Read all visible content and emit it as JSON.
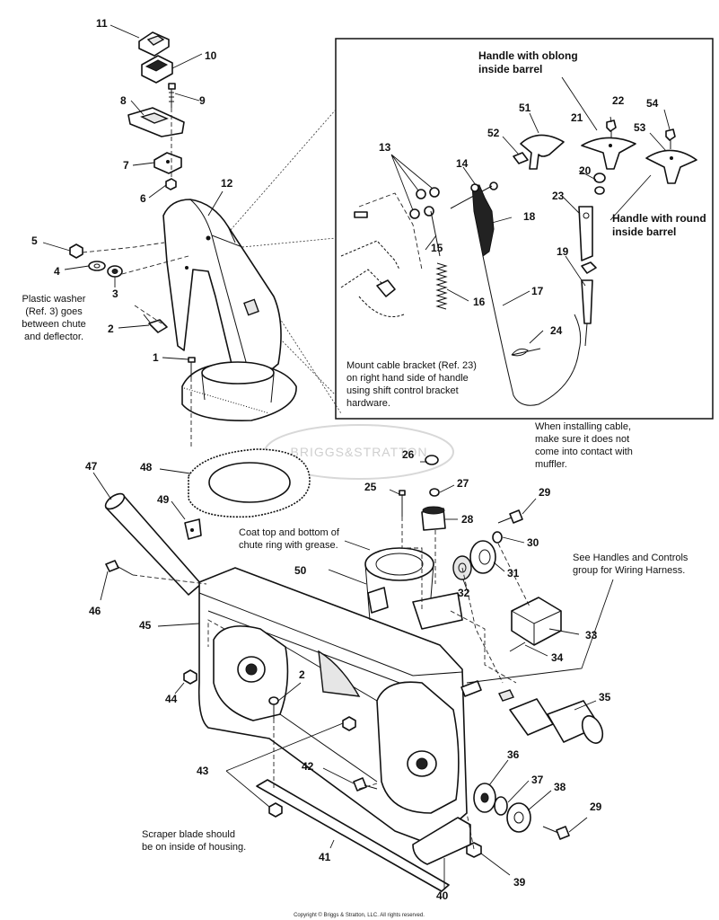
{
  "diagram": {
    "callouts": [
      {
        "id": "c11",
        "label": "11"
      },
      {
        "id": "c10",
        "label": "10"
      },
      {
        "id": "c9",
        "label": "9"
      },
      {
        "id": "c8",
        "label": "8"
      },
      {
        "id": "c7",
        "label": "7"
      },
      {
        "id": "c6",
        "label": "6"
      },
      {
        "id": "c12",
        "label": "12"
      },
      {
        "id": "c5",
        "label": "5"
      },
      {
        "id": "c4",
        "label": "4"
      },
      {
        "id": "c3",
        "label": "3"
      },
      {
        "id": "c2a",
        "label": "2"
      },
      {
        "id": "c1",
        "label": "1"
      },
      {
        "id": "c13",
        "label": "13"
      },
      {
        "id": "c14",
        "label": "14"
      },
      {
        "id": "c15",
        "label": "15"
      },
      {
        "id": "c16",
        "label": "16"
      },
      {
        "id": "c17",
        "label": "17"
      },
      {
        "id": "c18",
        "label": "18"
      },
      {
        "id": "c19",
        "label": "19"
      },
      {
        "id": "c20",
        "label": "20"
      },
      {
        "id": "c21",
        "label": "21"
      },
      {
        "id": "c22",
        "label": "22"
      },
      {
        "id": "c23",
        "label": "23"
      },
      {
        "id": "c24",
        "label": "24"
      },
      {
        "id": "c51",
        "label": "51"
      },
      {
        "id": "c52",
        "label": "52"
      },
      {
        "id": "c53",
        "label": "53"
      },
      {
        "id": "c54",
        "label": "54"
      },
      {
        "id": "c26",
        "label": "26"
      },
      {
        "id": "c27",
        "label": "27"
      },
      {
        "id": "c25",
        "label": "25"
      },
      {
        "id": "c28",
        "label": "28"
      },
      {
        "id": "c29a",
        "label": "29"
      },
      {
        "id": "c30",
        "label": "30"
      },
      {
        "id": "c31",
        "label": "31"
      },
      {
        "id": "c32",
        "label": "32"
      },
      {
        "id": "c33",
        "label": "33"
      },
      {
        "id": "c34",
        "label": "34"
      },
      {
        "id": "c35",
        "label": "35"
      },
      {
        "id": "c36",
        "label": "36"
      },
      {
        "id": "c37",
        "label": "37"
      },
      {
        "id": "c38",
        "label": "38"
      },
      {
        "id": "c29b",
        "label": "29"
      },
      {
        "id": "c39",
        "label": "39"
      },
      {
        "id": "c40",
        "label": "40"
      },
      {
        "id": "c41",
        "label": "41"
      },
      {
        "id": "c42",
        "label": "42"
      },
      {
        "id": "c43",
        "label": "43"
      },
      {
        "id": "c44",
        "label": "44"
      },
      {
        "id": "c45",
        "label": "45"
      },
      {
        "id": "c46",
        "label": "46"
      },
      {
        "id": "c47",
        "label": "47"
      },
      {
        "id": "c48",
        "label": "48"
      },
      {
        "id": "c49",
        "label": "49"
      },
      {
        "id": "c50",
        "label": "50"
      },
      {
        "id": "c2b",
        "label": "2"
      }
    ],
    "notes": {
      "oblong_1": "Handle with oblong",
      "oblong_2": "inside barrel",
      "round_1": "Handle with round",
      "round_2": "inside barrel",
      "washer_1": "Plastic washer",
      "washer_2": "(Ref. 3) goes",
      "washer_3": "between chute",
      "washer_4": "and deflector.",
      "mount_1": "Mount cable bracket (Ref. 23)",
      "mount_2": "on right hand side of handle",
      "mount_3": "using shift control bracket",
      "mount_4": "hardware.",
      "cable_1": "When installing cable,",
      "cable_2": "make sure it does not",
      "cable_3": "come into contact with",
      "cable_4": "muffler.",
      "grease_1": "Coat top and bottom of",
      "grease_2": "chute ring with grease.",
      "harness_1": "See Handles and Controls",
      "harness_2": "group for Wiring Harness.",
      "scraper_1": "Scraper blade should",
      "scraper_2": "be on inside of housing."
    },
    "watermark": "BRIGGS&STRATTON",
    "copyright": "Copyright © Briggs & Stratton, LLC. All rights reserved."
  }
}
